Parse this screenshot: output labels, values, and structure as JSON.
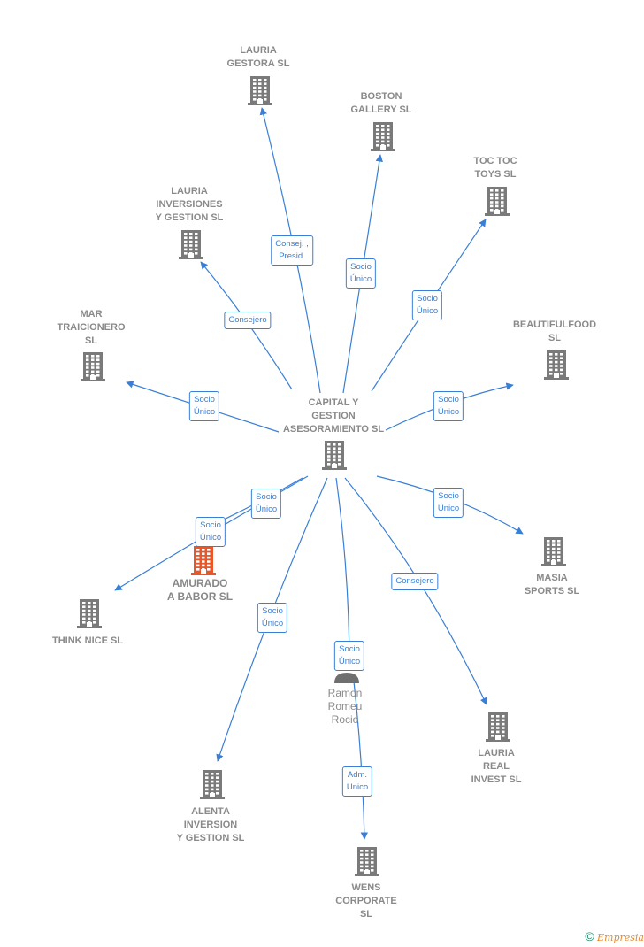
{
  "center": {
    "label": "CAPITAL Y\nGESTION\nASESORAMIENTO SL"
  },
  "nodes": [
    {
      "id": "lauria-gestora",
      "label": "LAURIA\nGESTORA  SL",
      "type": "company"
    },
    {
      "id": "boston",
      "label": "BOSTON\nGALLERY  SL",
      "type": "company"
    },
    {
      "id": "toctoc",
      "label": "TOC TOC\nTOYS  SL",
      "type": "company"
    },
    {
      "id": "lauria-inv",
      "label": "LAURIA\nINVERSIONES\nY GESTION  SL",
      "type": "company"
    },
    {
      "id": "mar",
      "label": "MAR\nTRAICIONERO\nSL",
      "type": "company"
    },
    {
      "id": "beautiful",
      "label": "BEAUTIFULFOOD\nSL",
      "type": "company"
    },
    {
      "id": "masia",
      "label": "MASIA\nSPORTS  SL",
      "type": "company"
    },
    {
      "id": "amurado",
      "label": "AMURADO\nA BABOR  SL",
      "type": "highlight"
    },
    {
      "id": "thinknice",
      "label": "THINK NICE  SL",
      "type": "company"
    },
    {
      "id": "ramon",
      "label": "Ramon\nRomeu\nRocio",
      "type": "person"
    },
    {
      "id": "lauria-real",
      "label": "LAURIA\nREAL\nINVEST  SL",
      "type": "company"
    },
    {
      "id": "alenta",
      "label": "ALENTA\nINVERSION\nY GESTION  SL",
      "type": "company"
    },
    {
      "id": "wens",
      "label": "WENS\nCORPORATE\nSL",
      "type": "company"
    }
  ],
  "edges": [
    {
      "to": "lauria-gestora",
      "label": "Consej. ,\nPresid."
    },
    {
      "to": "boston",
      "label": "Socio\nÚnico"
    },
    {
      "to": "toctoc",
      "label": "Socio\nÚnico"
    },
    {
      "to": "lauria-inv",
      "label": "Consejero"
    },
    {
      "to": "mar",
      "label": "Socio\nÚnico"
    },
    {
      "to": "beautiful",
      "label": "Socio\nÚnico"
    },
    {
      "to": "masia",
      "label": "Socio\nÚnico"
    },
    {
      "to": "amurado",
      "label": "Socio\nÚnico"
    },
    {
      "to": "thinknice",
      "label": "Socio\nÚnico"
    },
    {
      "to": "lauria-real",
      "label": "Consejero"
    },
    {
      "to": "alenta",
      "label": "Socio\nÚnico"
    },
    {
      "to": "ramon",
      "label": "Socio\nÚnico"
    },
    {
      "from": "ramon",
      "to": "wens",
      "label": "Adm.\nUnico"
    }
  ],
  "footer": {
    "copyright": "©",
    "brand": "Empresia"
  },
  "colors": {
    "edge": "#3a7fd5",
    "building": "#7a7a7a",
    "highlight": "#e8572a",
    "person": "#6f6f6f"
  }
}
